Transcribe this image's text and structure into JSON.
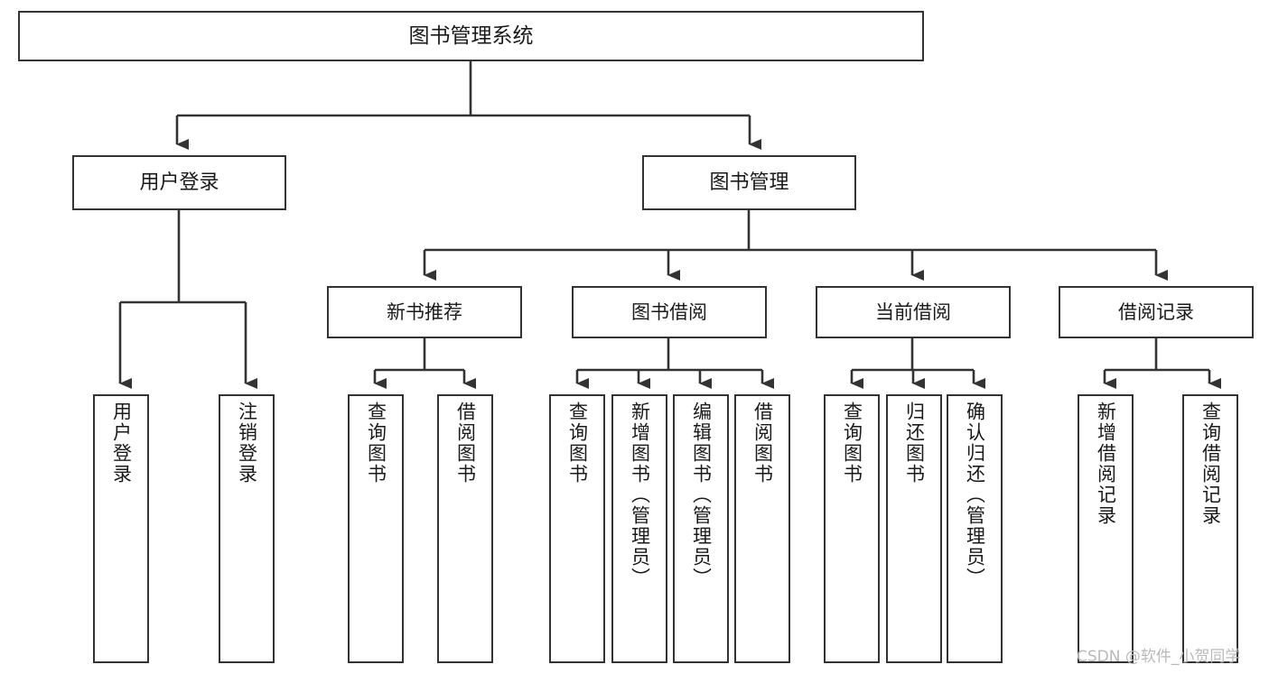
{
  "diagram": {
    "type": "tree-hierarchy",
    "orientation": "top-down",
    "root": {
      "id": "root",
      "label": "图书管理系统"
    },
    "level1": [
      {
        "id": "user-login",
        "label": "用户登录"
      },
      {
        "id": "book-manage",
        "label": "图书管理"
      }
    ],
    "level2": [
      {
        "id": "new-book-recommend",
        "label": "新书推荐",
        "parent": "book-manage"
      },
      {
        "id": "book-borrow",
        "label": "图书借阅",
        "parent": "book-manage"
      },
      {
        "id": "current-borrow",
        "label": "当前借阅",
        "parent": "book-manage"
      },
      {
        "id": "borrow-record",
        "label": "借阅记录",
        "parent": "book-manage"
      }
    ],
    "leaves": [
      {
        "id": "leaf-user-login",
        "label": "用户登录",
        "parent": "user-login"
      },
      {
        "id": "leaf-logout-login",
        "label": "注销登录",
        "parent": "user-login"
      },
      {
        "id": "leaf-query-book-1",
        "label": "查询图书",
        "parent": "new-book-recommend"
      },
      {
        "id": "leaf-borrow-book-1",
        "label": "借阅图书",
        "parent": "new-book-recommend"
      },
      {
        "id": "leaf-query-book-2",
        "label": "查询图书",
        "parent": "book-borrow"
      },
      {
        "id": "leaf-add-book",
        "label": "新增图书（管理员）",
        "parent": "book-borrow"
      },
      {
        "id": "leaf-edit-book",
        "label": "编辑图书（管理员）",
        "parent": "book-borrow"
      },
      {
        "id": "leaf-borrow-book-2",
        "label": "借阅图书",
        "parent": "book-borrow"
      },
      {
        "id": "leaf-query-book-3",
        "label": "查询图书",
        "parent": "current-borrow"
      },
      {
        "id": "leaf-return-book",
        "label": "归还图书",
        "parent": "current-borrow"
      },
      {
        "id": "leaf-confirm-return",
        "label": "确认归还（管理员）",
        "parent": "current-borrow"
      },
      {
        "id": "leaf-add-record",
        "label": "新增借阅记录",
        "parent": "borrow-record"
      },
      {
        "id": "leaf-query-record",
        "label": "查询借阅记录",
        "parent": "borrow-record"
      }
    ],
    "colors": {
      "box_border": "#333333",
      "box_fill": "#ffffff",
      "connector": "#333333",
      "text": "#1a1a1a",
      "watermark": "#b9b9b9",
      "background": "#ffffff"
    }
  },
  "watermark": {
    "text": "CSDN @软件_小贺同学"
  }
}
